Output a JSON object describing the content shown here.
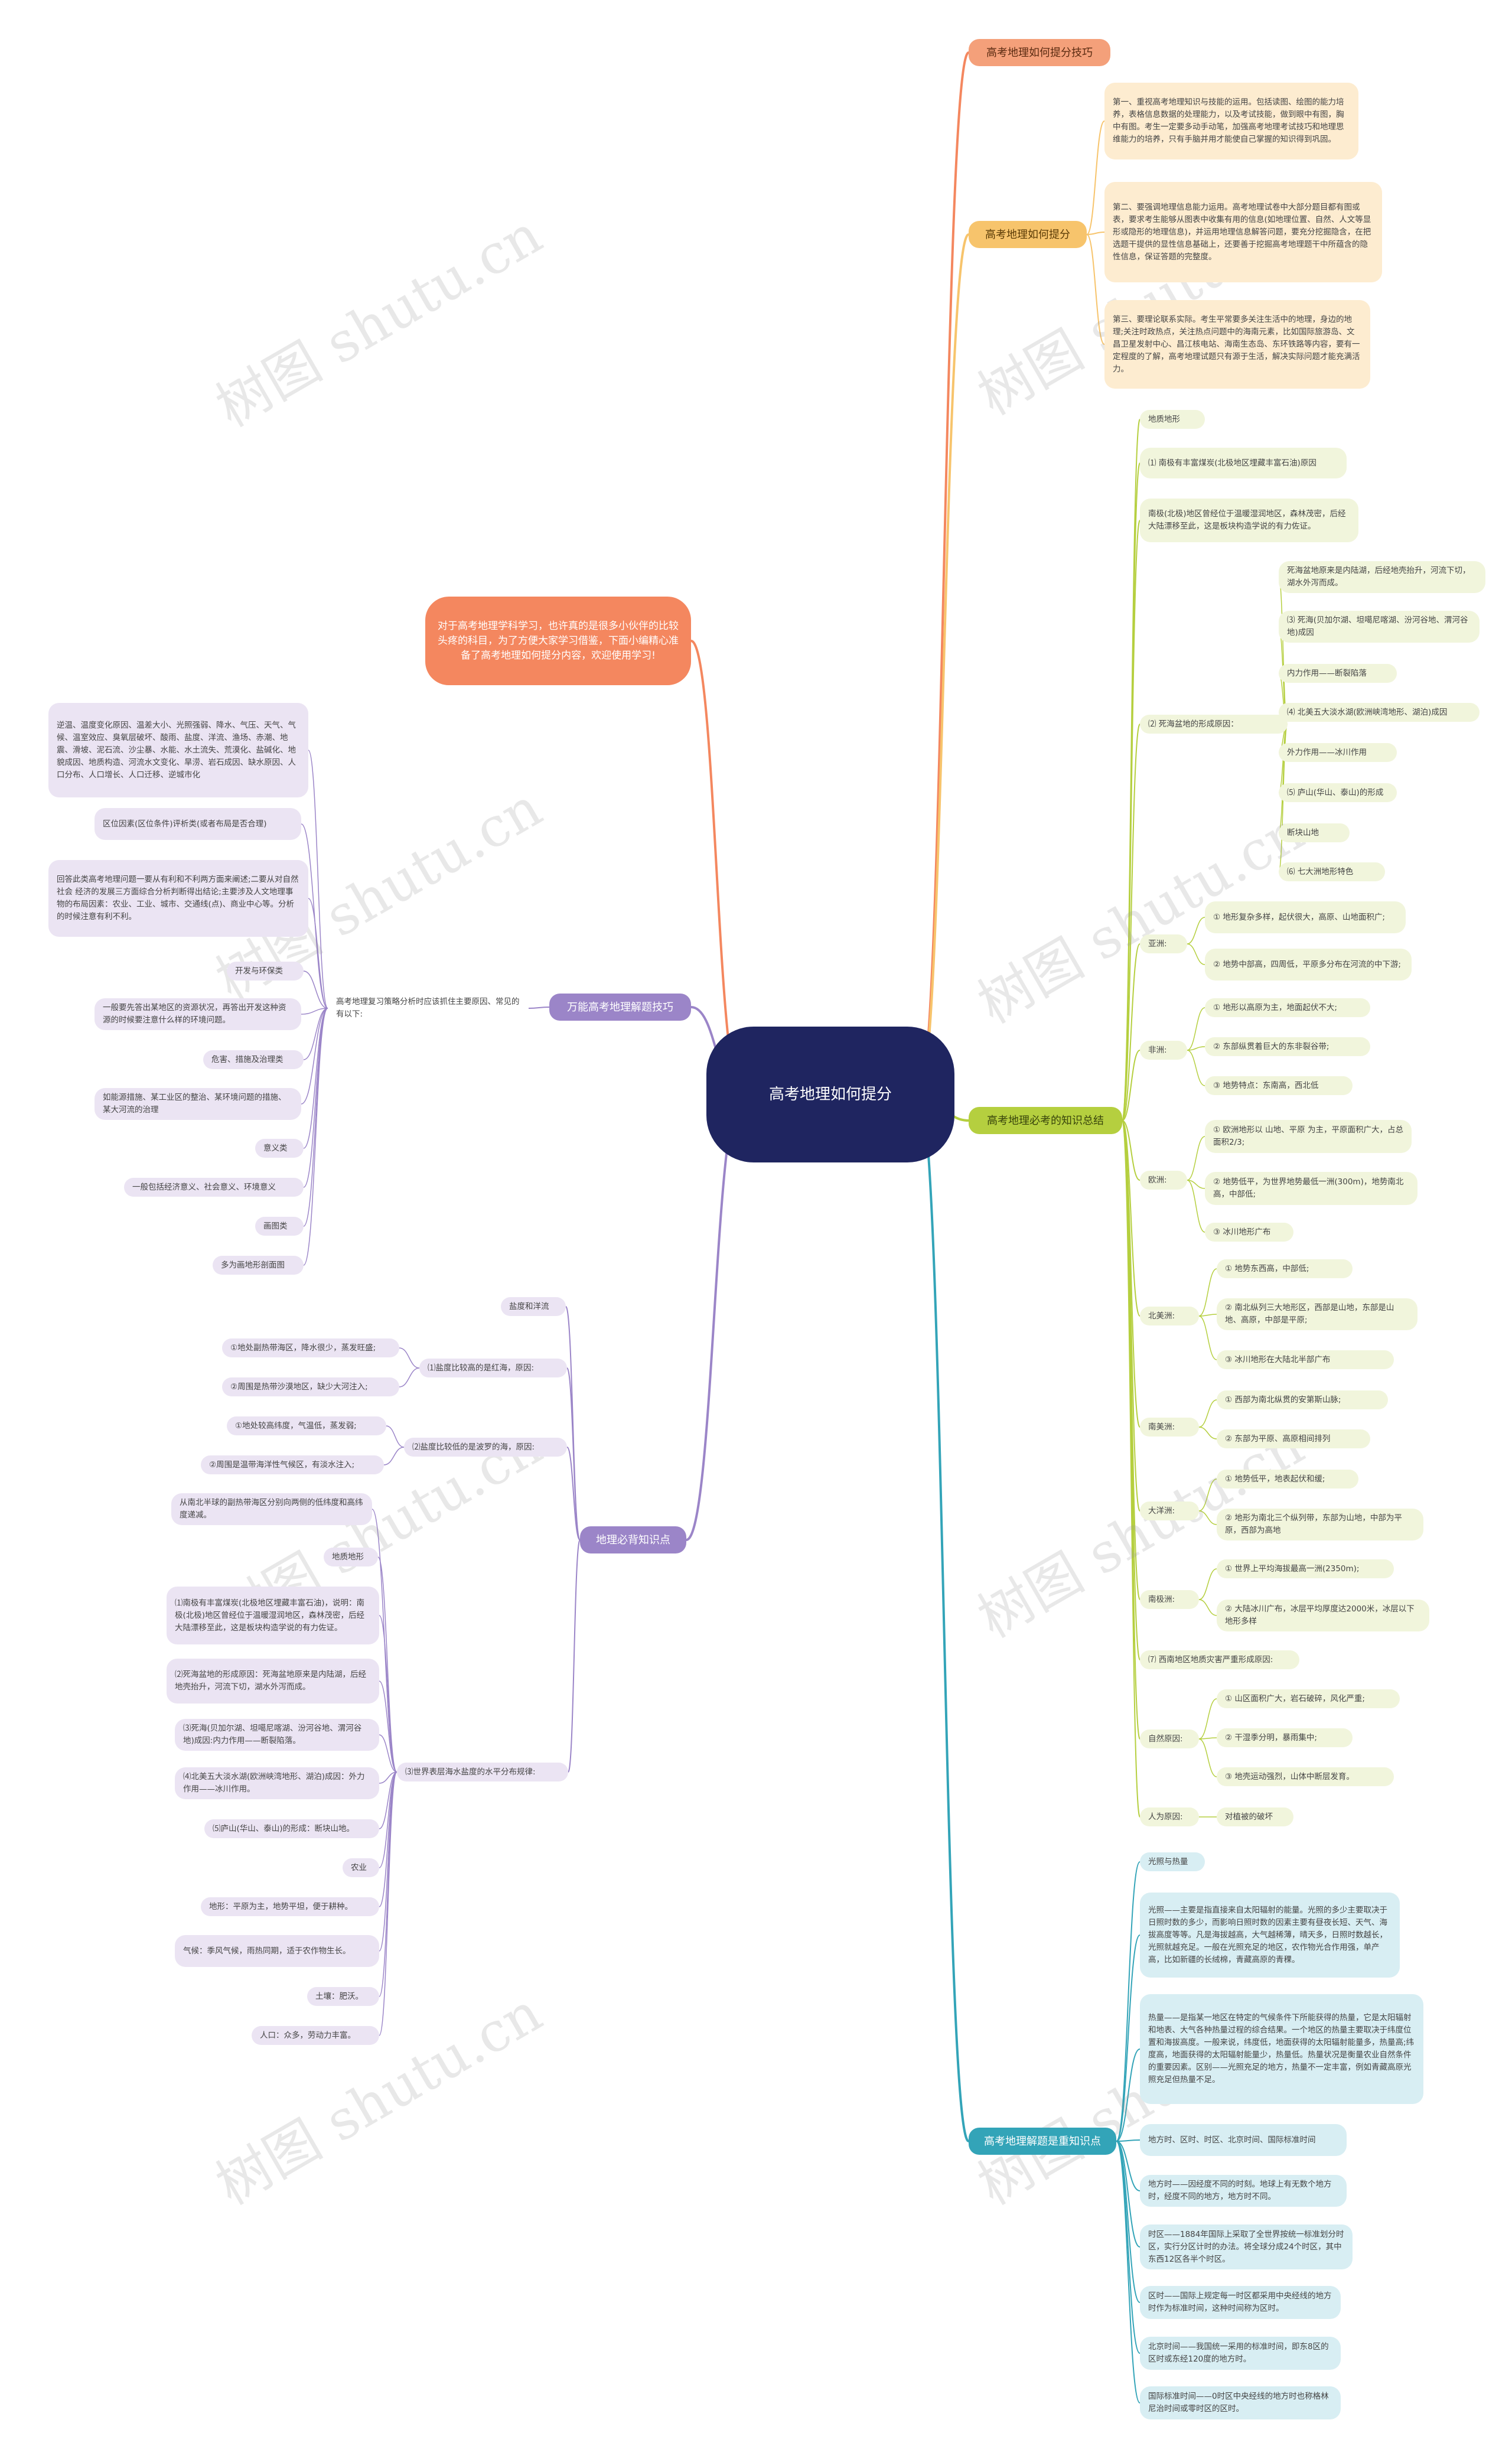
{
  "root": "高考地理如何提分",
  "intro": "对于高考地理学科学习，也许真的是很多小伙伴的比较头疼的科目，为了方便大家学习借鉴，下面小编精心准备了高考地理如何提分内容，欢迎使用学习!",
  "watermark": "树图 shutu.cn",
  "branches": {
    "tips": "高考地理如何提分技巧",
    "improve": {
      "title": "高考地理如何提分",
      "items": [
        "第一、重视高考地理知识与技能的运用。包括读图、绘图的能力培养，表格信息数据的处理能力，以及考试技能，做到眼中有图，胸中有图。考生一定要多动手动笔，加强高考地理考试技巧和地理思维能力的培养，只有手脑并用才能使自己掌握的知识得到巩固。",
        "第二、要强调地理信息能力运用。高考地理试卷中大部分题目都有图或表，要求考生能够从图表中收集有用的信息(如地理位置、自然、人文等显形或隐形的地理信息)，并运用地理信息解答问题，要充分挖掘隐含，在把选题干提供的显性信息基础上，还要善于挖掘高考地理题干中所蕴含的隐性信息，保证答题的完整度。",
        "第三、要理论联系实际。考生平常要多关注生活中的地理，身边的地理;关注时政热点，关注热点问题中的海南元素，比如国际旅游岛、文昌卫星发射中心、昌江核电站、海南生态岛、东环铁路等内容，要有一定程度的了解，高考地理试题只有源于生活，解决实际问题才能充满活力。"
      ]
    },
    "knowledge": {
      "title": "高考地理必考的知识总结",
      "items": {
        "dzdx": "地质地形",
        "nanji": "⑴ 南极有丰富煤炭(北极地区埋藏丰富石油)原因",
        "nanji_detail": "南极(北极)地区曾经位于温暖湿润地区，森林茂密，后经大陆漂移至此，这是板块构造学说的有力佐证。",
        "sishi": "⑵ 死海盆地的形成原因：",
        "sishi_items": [
          "死海盆地原来是内陆湖，后经地壳抬升，河流下切，湖水外泻而成。",
          "⑶ 死海(贝加尔湖、坦噶尼喀湖、汾河谷地、渭河谷地)成因",
          "内力作用——断裂陷落",
          "⑷ 北美五大淡水湖(欧洲峡湾地形、湖泊)成因",
          "外力作用——冰川作用",
          "⑸ 庐山(华山、泰山)的形成",
          "断块山地",
          "⑹ 七大洲地形特色"
        ],
        "asia": "亚洲:",
        "asia_items": [
          "① 地形复杂多样，起伏很大，高原、山地面积广;",
          "② 地势中部高，四周低，平原多分布在河流的中下游;"
        ],
        "africa": "非洲:",
        "africa_items": [
          "① 地形以高原为主，地面起伏不大;",
          "② 东部纵贯着巨大的东非裂谷带;",
          "③ 地势特点：东南高，西北低"
        ],
        "europe": "欧洲:",
        "europe_items": [
          "① 欧洲地形以 山地、平原 为主，平原面积广大，占总面积2/3;",
          "② 地势低平，为世界地势最低一洲(300m)，地势南北高，中部低;",
          "③ 冰川地形广布"
        ],
        "namerica": "北美洲:",
        "namerica_items": [
          "① 地势东西高，中部低;",
          "② 南北纵列三大地形区，西部是山地，东部是山地、高原，中部是平原;",
          "③ 冰川地形在大陆北半部广布"
        ],
        "samerica": "南美洲:",
        "samerica_items": [
          "① 西部为南北纵贯的安第斯山脉;",
          "② 东部为平原、高原相间排列"
        ],
        "oceania": "大洋洲:",
        "oceania_items": [
          "① 地势低平，地表起伏和缓;",
          "② 地形为南北三个纵列带，东部为山地，中部为平原，西部为高地"
        ],
        "antarctica": "南极洲:",
        "antarctica_items": [
          "① 世界上平均海拔最高一洲(2350m);",
          "② 大陆冰川广布，冰层平均厚度达2000米，冰层以下地形多样"
        ],
        "xinan": "⑺ 西南地区地质灾害严重形成原因:",
        "natural": "自然原因:",
        "natural_items": [
          "① 山区面积广大，岩石破碎，风化严重;",
          "② 干湿季分明，暴雨集中;",
          "③ 地壳运动强烈，山体中断层发育。"
        ],
        "human": "人为原因:",
        "human_items": [
          "对植被的破坏"
        ]
      }
    },
    "points": {
      "title": "高考地理解题是重知识点",
      "items": [
        "光照与热量",
        "光照——主要是指直接来自太阳辐射的能量。光照的多少主要取决于日照时数的多少，而影响日照时数的因素主要有昼夜长短、天气、海拔高度等等。凡是海拔越高，大气越稀薄，晴天多，日照时数越长，光照就越充足。一般在光照充足的地区，农作物光合作用强，单产高，比如新疆的长绒棉，青藏高原的青稞。",
        "热量——是指某一地区在特定的气候条件下所能获得的热量，它是太阳辐射和地表、大气各种热量过程的综合结果。一个地区的热量主要取决于纬度位置和海拔高度。一般来说，纬度低，地面获得的太阳辐射能量多，热量高;纬度高，地面获得的太阳辐射能量少，热量低。热量状况是衡量农业自然条件的重要因素。区别——光照充足的地方，热量不一定丰富，例如青藏高原光照充足但热量不足。",
        "地方时、区时、时区、北京时间、国际标准时间",
        "地方时——因经度不同的时刻。地球上有无数个地方时，经度不同的地方，地方时不同。",
        "时区——1884年国际上采取了全世界按统一标准划分时区，实行分区计时的办法。将全球分成24个时区，其中东西12区各半个时区。",
        "区时——国际上规定每一时区都采用中央经线的地方时作为标准时间，这种时间称为区时。",
        "北京时间——我国统一采用的标准时间，即东8区的区时或东经120度的地方时。",
        "国际标准时间——0时区中央经线的地方时也称格林尼治时间或零时区的区时。"
      ]
    },
    "skills": {
      "title": "万能高考地理解题技巧",
      "sub": "高考地理复习策略分析时应该抓住主要原因、常见的有以下:",
      "items": [
        "逆温、温度变化原因、温差大小、光照强弱、降水、气压、天气、气候、温室效应、臭氧层破坏、酸雨、盐度、洋流、渔场、赤潮、地震、滑坡、泥石流、沙尘暴、水能、水土流失、荒漠化、盐碱化、地貌成因、地质构造、河流水文变化、旱涝、岩石成因、缺水原因、人口分布、人口增长、人口迁移、逆城市化",
        "区位因素(区位条件)评析类(或者布局是否合理)",
        "回答此类高考地理问题一要从有利和不利两方面来阐述;二要从对自然 社会 经济的发展三方面综合分析判断得出结论;主要涉及人文地理事物的布局因素：农业、工业、城市、交通线(点)、商业中心等。分析的时候注意有利不利。",
        "开发与环保类",
        "一般要先答出某地区的资源状况，再答出开发这种资源的时候要注意什么样的环境问题。",
        "危害、措施及治理类",
        "如能源措施、某工业区的整治、某环境问题的措施、某大河流的治理",
        "意义类",
        "一般包括经济意义、社会意义、环境意义",
        "画图类",
        "多为画地形剖面图"
      ]
    },
    "must": {
      "title": "地理必背知识点",
      "items": [
        "盐度和洋流",
        "⑴盐度比较高的是红海，原因:",
        "①地处副热带海区，降水很少，蒸发旺盛;",
        "②周围是热带沙漠地区，缺少大河注入;",
        "⑵盐度比较低的是波罗的海，原因:",
        "①地处较高纬度，气温低，蒸发弱;",
        "②周围是温带海洋性气候区，有淡水注入;",
        "⑶世界表层海水盐度的水平分布规律:",
        "从南北半球的副热带海区分别向两侧的低纬度和高纬度递减。",
        "地质地形",
        "⑴南极有丰富煤炭(北极地区埋藏丰富石油)，说明：南极(北极)地区曾经位于温暖湿润地区，森林茂密，后经大陆漂移至此，这是板块构造学说的有力佐证。",
        "⑵死海盆地的形成原因：死海盆地原来是内陆湖，后经地壳抬升，河流下切，湖水外泻而成。",
        "⑶死海(贝加尔湖、坦噶尼喀湖、汾河谷地、渭河谷地)成因:内力作用——断裂陷落。",
        "⑷北美五大淡水湖(欧洲峡湾地形、湖泊)成因：外力作用——冰川作用。",
        "⑸庐山(华山、泰山)的形成：断块山地。",
        "农业",
        "地形：平原为主，地势平坦，便于耕种。",
        "气候：季风气候，雨热同期，适于农作物生长。",
        "土壤：肥沃。",
        "人口：众多，劳动力丰富。"
      ]
    }
  },
  "colors": {
    "root": "#1f2560",
    "orange": "#f4875f",
    "yellow": "#f7c46c",
    "green": "#b5cf3f",
    "teal": "#33a4b8",
    "purple": "#9b85c8"
  }
}
